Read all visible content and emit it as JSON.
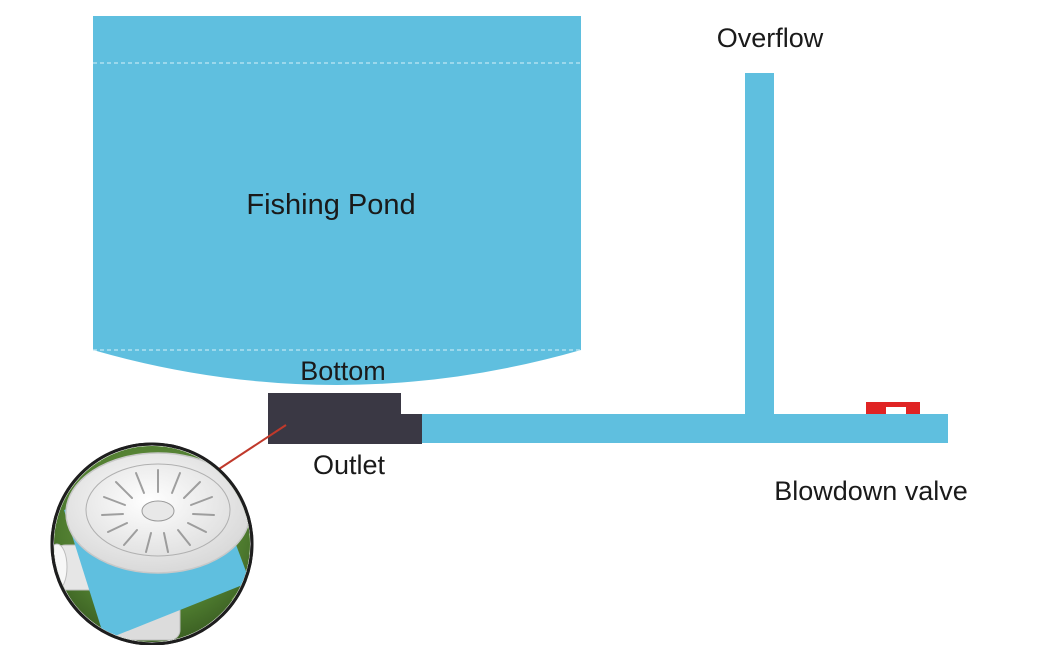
{
  "diagram": {
    "pond_label": "Fishing Pond",
    "overflow_label": "Overflow",
    "bottom_label": "Bottom",
    "outlet_label": "Outlet",
    "valve_label": "Blowdown valve"
  },
  "colors": {
    "water": "#5fbfdf",
    "outlet_block": "#3a3844",
    "valve": "#e02424",
    "leader_line": "#c0392b",
    "grass": "#5b8a3a",
    "drain_plate": "#f2f2f2",
    "pipe": "#e4e4e4"
  },
  "icons": {
    "outlet_photo": "bottom-drain-photo-icon",
    "valve": "blowdown-valve-icon"
  }
}
